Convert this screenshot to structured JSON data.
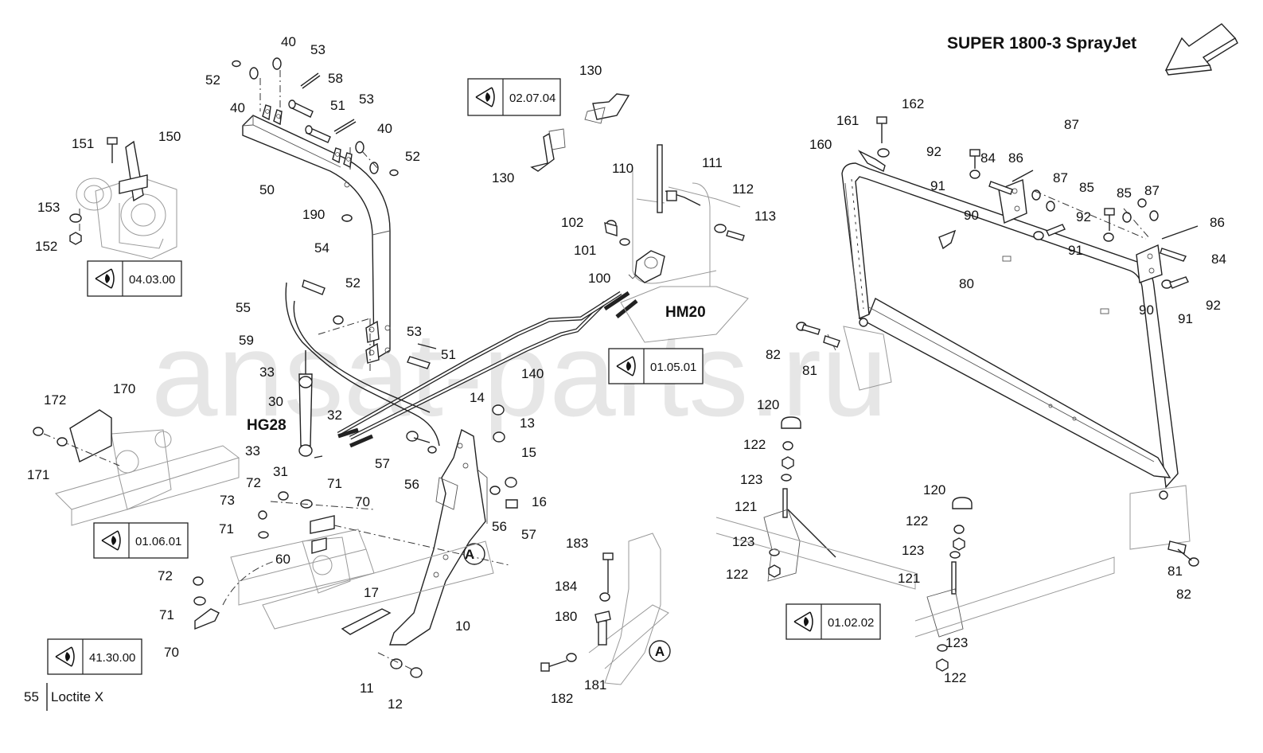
{
  "title": "SUPER 1800-3 SprayJet",
  "watermark": "ansat-parts.ru",
  "codes": {
    "hm": "HM20",
    "hg": "HG28"
  },
  "markers": [
    {
      "id": "a-upper",
      "text": "A"
    },
    {
      "id": "a-lower",
      "text": "A"
    }
  ],
  "reference_boxes": [
    {
      "id": "ref-02-07-04",
      "text": "02.07.04"
    },
    {
      "id": "ref-04-03-00",
      "text": "04.03.00"
    },
    {
      "id": "ref-01-05-01",
      "text": "01.05.01"
    },
    {
      "id": "ref-01-06-01",
      "text": "01.06.01"
    },
    {
      "id": "ref-41-30-00",
      "text": "41.30.00"
    },
    {
      "id": "ref-01-02-02",
      "text": "01.02.02"
    }
  ],
  "note": {
    "number": "55",
    "text": "Loctite X"
  },
  "callouts": [
    "40",
    "53",
    "52",
    "58",
    "40",
    "51",
    "53",
    "40",
    "52",
    "50",
    "190",
    "151",
    "150",
    "153",
    "152",
    "54",
    "52",
    "55",
    "53",
    "59",
    "51",
    "33",
    "140",
    "30",
    "32",
    "14",
    "13",
    "HG28",
    "33",
    "15",
    "57",
    "56",
    "31",
    "71",
    "172",
    "170",
    "171",
    "72",
    "70",
    "73",
    "16",
    "71",
    "60",
    "56",
    "57",
    "72",
    "17",
    "71",
    "70",
    "10",
    "11",
    "12",
    "130",
    "130",
    "110",
    "111",
    "112",
    "113",
    "102",
    "101",
    "100",
    "183",
    "184",
    "180",
    "182",
    "181",
    "162",
    "161",
    "160",
    "92",
    "84",
    "86",
    "87",
    "91",
    "87",
    "85",
    "90",
    "85",
    "87",
    "92",
    "86",
    "91",
    "84",
    "80",
    "90",
    "92",
    "91",
    "82",
    "81",
    "120",
    "122",
    "123",
    "121",
    "123",
    "122",
    "120",
    "122",
    "123",
    "121",
    "123",
    "122",
    "81",
    "82"
  ]
}
